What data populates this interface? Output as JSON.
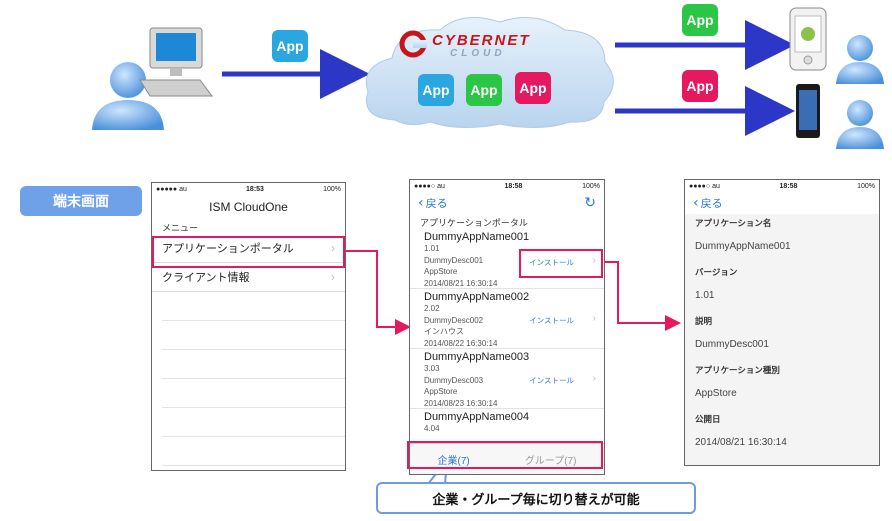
{
  "top": {
    "app_label": "App",
    "cloud_brand": "CYBERNET",
    "cloud_sub": "CLOUD",
    "colors": {
      "blue_app": "#2aa7e0",
      "green_app": "#2bc646",
      "pink_app": "#e5195f",
      "arrow": "#2c37c7",
      "cloud": "#c9def2"
    }
  },
  "section_label": "端末画面",
  "screen1": {
    "status": {
      "carrier": "●●●●● au",
      "time": "18:53",
      "battery": "100%"
    },
    "title": "ISM CloudOne",
    "section": "メニュー",
    "items": [
      "アプリケーションポータル",
      "クライアント情報"
    ]
  },
  "screen2": {
    "status": {
      "carrier": "●●●●○ au",
      "time": "18:58",
      "battery": "100%"
    },
    "back": "戻る",
    "section": "アプリケーションポータル",
    "install_label": "インストール",
    "apps": [
      {
        "name": "DummyAppName001",
        "version": "1.01",
        "desc": "DummyDesc001",
        "type": "AppStore",
        "date": "2014/08/21 16:30:14"
      },
      {
        "name": "DummyAppName002",
        "version": "2.02",
        "desc": "DummyDesc002",
        "type": "インハウス",
        "date": "2014/08/22 16:30:14"
      },
      {
        "name": "DummyAppName003",
        "version": "3.03",
        "desc": "DummyDesc003",
        "type": "AppStore",
        "date": "2014/08/23 16:30:14"
      },
      {
        "name": "DummyAppName004",
        "version": "4.04"
      }
    ],
    "tabs": [
      "企業(7)",
      "グループ(7)"
    ]
  },
  "screen3": {
    "status": {
      "carrier": "●●●●○ au",
      "time": "18:58",
      "battery": "100%"
    },
    "back": "戻る",
    "fields": [
      {
        "label": "アプリケーション名",
        "value": "DummyAppName001"
      },
      {
        "label": "バージョン",
        "value": "1.01"
      },
      {
        "label": "説明",
        "value": "DummyDesc001"
      },
      {
        "label": "アプリケーション種別",
        "value": "AppStore"
      },
      {
        "label": "公開日",
        "value": "2014/08/21 16:30:14"
      }
    ]
  },
  "callout": "企業・グループ毎に切り替えが可能"
}
